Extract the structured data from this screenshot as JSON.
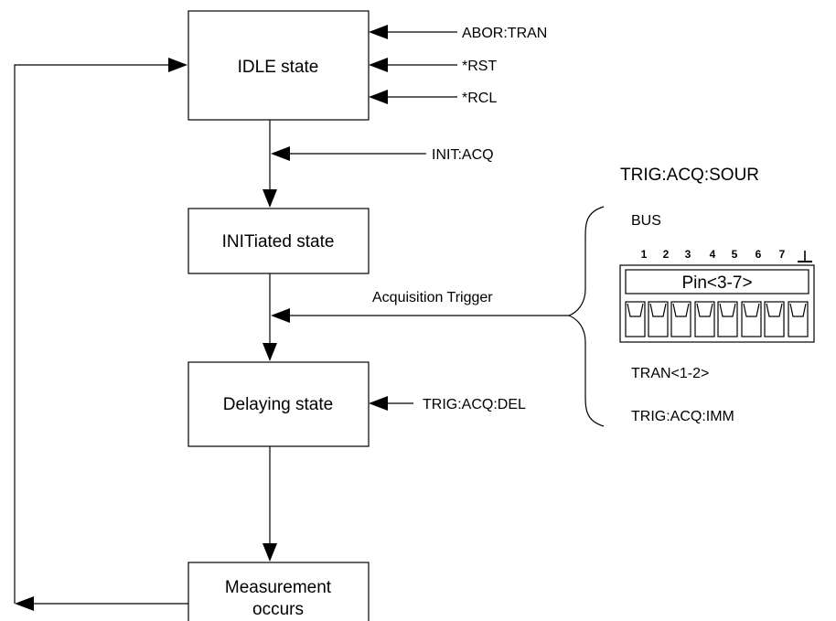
{
  "states": {
    "idle": "IDLE state",
    "initiated": "INITiated state",
    "delaying": "Delaying state",
    "measurement_line1": "Measurement",
    "measurement_line2": "occurs"
  },
  "commands": {
    "abort": "ABOR:TRAN",
    "reset": "*RST",
    "recall": "*RCL",
    "init": "INIT:ACQ",
    "acq_trigger": "Acquisition Trigger",
    "delay": "TRIG:ACQ:DEL"
  },
  "source": {
    "title": "TRIG:ACQ:SOUR",
    "options": [
      "BUS",
      "TRAN<1-2>",
      "TRIG:ACQ:IMM"
    ],
    "connector_label": "Pin<3-7>",
    "pin_numbers": [
      "1",
      "2",
      "3",
      "4",
      "5",
      "6",
      "7"
    ],
    "ground_symbol": "┴"
  }
}
